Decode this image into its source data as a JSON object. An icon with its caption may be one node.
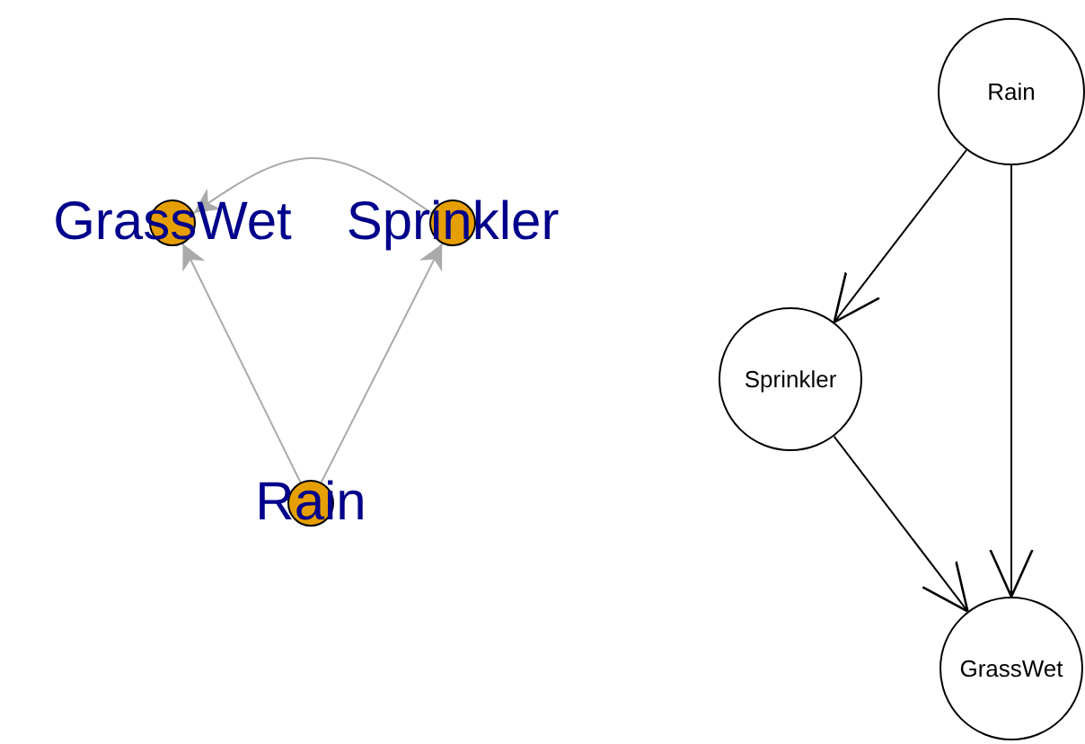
{
  "diagram": {
    "nodes": [
      {
        "text": [
          "GrassWet"
        ]
      },
      {
        "text": [
          "Sprinkler"
        ]
      },
      {
        "text": [
          "Rain"
        ]
      },
      {
        "text": [
          "Rain"
        ]
      },
      {
        "text": [
          "Sprinkler"
        ]
      },
      {
        "text": [
          "GrassWet"
        ]
      }
    ],
    "edges": [
      {
        "from": 2,
        "to": 0,
        "arrow": "to",
        "color": "#aaaaaa"
      },
      {
        "from": 2,
        "to": 1,
        "arrow": "to",
        "color": "#aaaaaa"
      },
      {
        "from": 1,
        "to": 0,
        "arrow": "to",
        "color": "#aaaaaa"
      },
      {
        "from": 3,
        "to": 4,
        "arrow": "to",
        "color": "#000000"
      },
      {
        "from": 3,
        "to": 5,
        "arrow": "to",
        "color": "#000000"
      },
      {
        "from": 4,
        "to": 5,
        "arrow": "to",
        "color": "#000000"
      }
    ]
  }
}
